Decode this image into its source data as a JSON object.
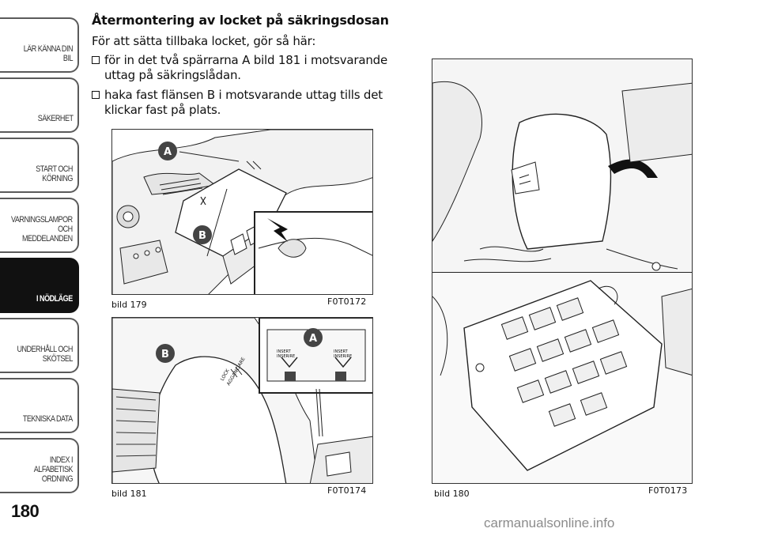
{
  "sidebar": {
    "tabs": [
      {
        "label": "LÄR KÄNNA DIN BIL",
        "active": false
      },
      {
        "label": "SÄKERHET",
        "active": false
      },
      {
        "label": "START OCH\nKÖRNING",
        "active": false
      },
      {
        "label": "VARNINGSLAMPOR\nOCH\nMEDDELANDEN",
        "active": false
      },
      {
        "label": "I NÖDLÄGE",
        "active": true
      },
      {
        "label": "UNDERHÅLL OCH\nSKÖTSEL",
        "active": false
      },
      {
        "label": "TEKNISKA DATA",
        "active": false
      },
      {
        "label": "INDEX I ALFABETISK\nORDNING",
        "active": false
      }
    ]
  },
  "page_number": "180",
  "content": {
    "heading": "Återmontering av locket på säkringsdosan",
    "intro": "För att sätta tillbaka locket, gör så här:",
    "steps": [
      "för in det två spärrarna A bild 181 i motsvarande uttag på säkringslådan.",
      "haka fast flänsen B i motsvarande uttag tills det klickar fast på plats."
    ]
  },
  "figures": {
    "fig179": {
      "caption": "bild 179",
      "code": "F0T0172",
      "label_a": "A",
      "label_b": "B"
    },
    "fig181": {
      "caption": "bild 181",
      "code": "F0T0174",
      "label_a": "A",
      "label_b": "B",
      "insert_left": "INSERT\nINSERIRE",
      "insert_right": "INSERT\nINSERIRE",
      "lock_text": "LOCK\nAGGANCIARE"
    },
    "fig180": {
      "caption": "bild 180",
      "code": "F0T0173"
    }
  },
  "watermark": "carmanualsonline.info"
}
